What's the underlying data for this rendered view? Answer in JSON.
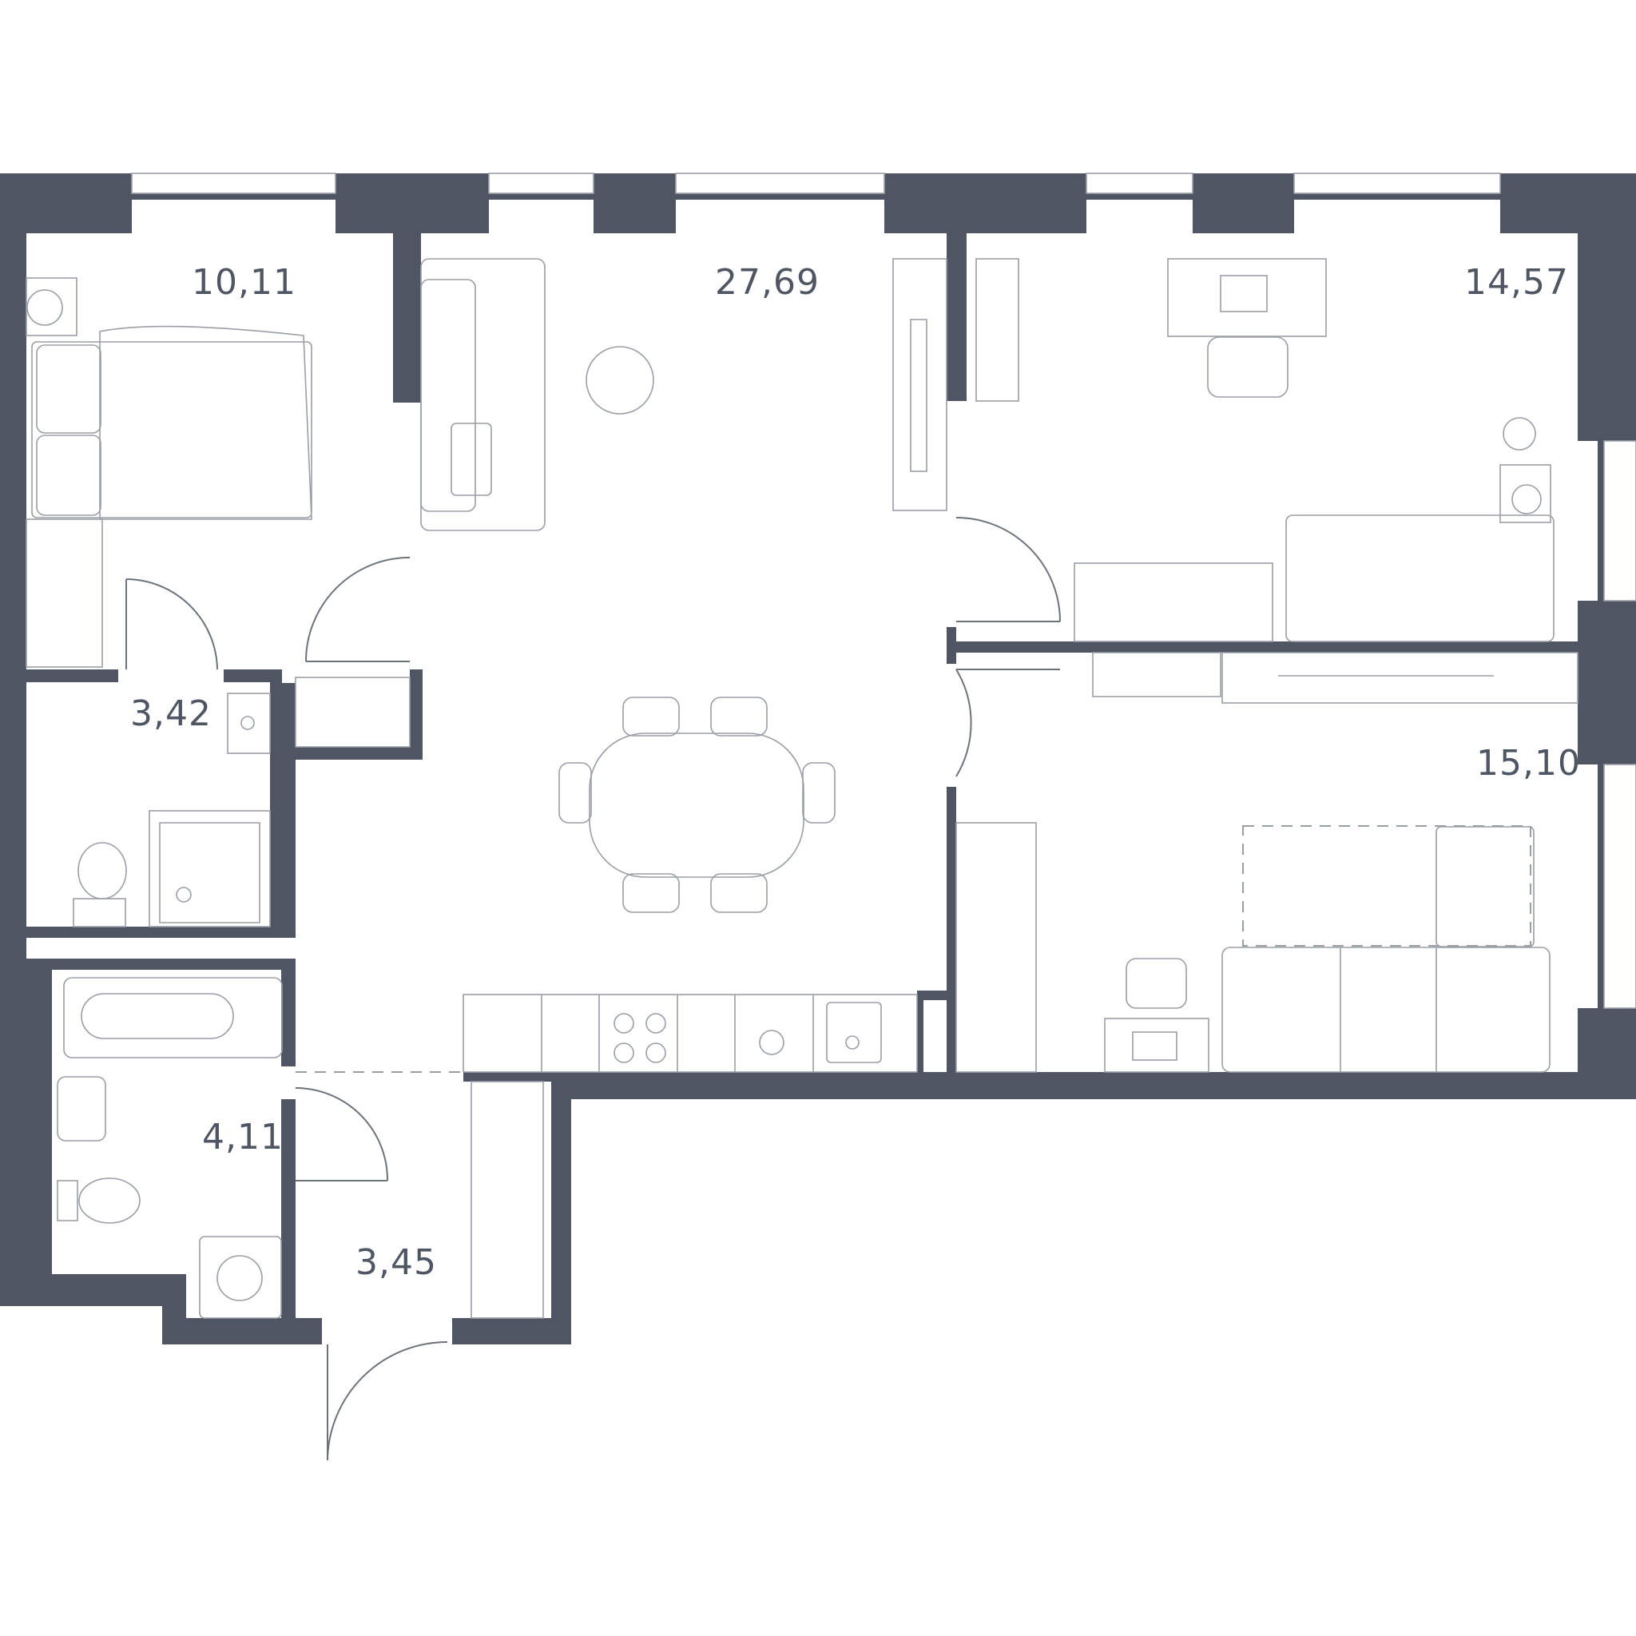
{
  "rooms": [
    {
      "id": "bedroom-1",
      "area": "10,11"
    },
    {
      "id": "living-kitchen",
      "area": "27,69"
    },
    {
      "id": "bedroom-2",
      "area": "14,57"
    },
    {
      "id": "bathroom-small",
      "area": "3,42"
    },
    {
      "id": "bedroom-3",
      "area": "15,10"
    },
    {
      "id": "bathroom-large",
      "area": "4,11"
    },
    {
      "id": "entrance-hall",
      "area": "3,45"
    }
  ],
  "colors": {
    "wall": "#4f5562",
    "line": "#6d727c",
    "furniture": "#9a9ea6"
  }
}
